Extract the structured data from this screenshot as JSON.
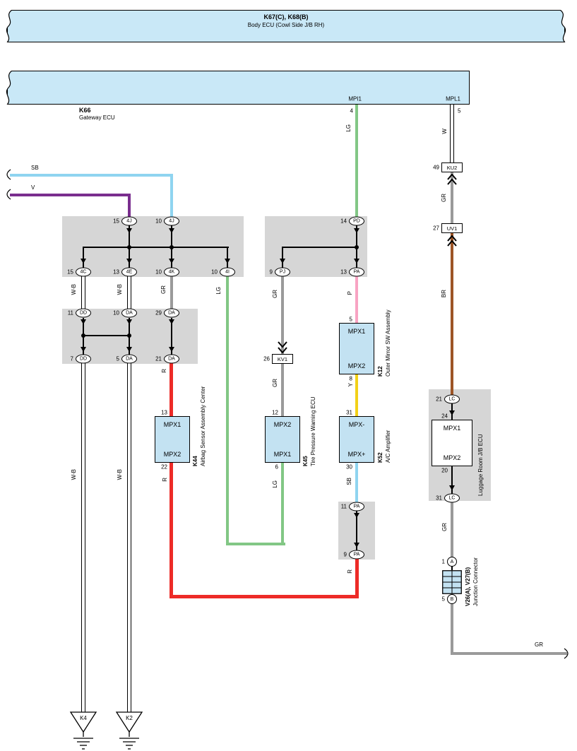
{
  "top_banner": {
    "code": "K67(C), K68(B)",
    "name": "Body ECU (Cowl Side J/B RH)"
  },
  "gateway": {
    "code": "K66",
    "name": "Gateway ECU",
    "mpi1": "MPI1",
    "mpi1_pin": "4",
    "mpl1": "MPL1",
    "mpl1_pin": "5"
  },
  "ovals": [
    {
      "num": "15",
      "label": "4J"
    },
    {
      "num": "10",
      "label": "4J"
    },
    {
      "num": "15",
      "label": "4C"
    },
    {
      "num": "13",
      "label": "4E"
    },
    {
      "num": "10",
      "label": "4K"
    },
    {
      "num": "10",
      "label": "4I"
    },
    {
      "num": "11",
      "label": "DD"
    },
    {
      "num": "10",
      "label": "DA"
    },
    {
      "num": "29",
      "label": "DA"
    },
    {
      "num": "7",
      "label": "DD"
    },
    {
      "num": "5",
      "label": "DA"
    },
    {
      "num": "21",
      "label": "DA"
    },
    {
      "num": "14",
      "label": "PD"
    },
    {
      "num": "9",
      "label": "PJ"
    },
    {
      "num": "13",
      "label": "PA"
    },
    {
      "num": "11",
      "label": "PA"
    },
    {
      "num": "9",
      "label": "PA"
    },
    {
      "num": "21",
      "label": "LC"
    },
    {
      "num": "31",
      "label": "LC"
    },
    {
      "num": "1",
      "label": "A"
    },
    {
      "num": "5",
      "label": "B"
    }
  ],
  "inline_connectors": {
    "ku2": {
      "num": "49",
      "label": "KU2"
    },
    "uv1": {
      "num": "27",
      "label": "UV1"
    },
    "kv1": {
      "num": "26",
      "label": "KV1"
    }
  },
  "components": {
    "k44": {
      "code": "K44",
      "name": "Airbag Sensor Assembly Center",
      "top": "MPX1",
      "bottom": "MPX2",
      "pin_top": "13",
      "pin_bottom": "22"
    },
    "k45": {
      "code": "K45",
      "name": "Tire Pressure Warning ECU",
      "top": "MPX2",
      "bottom": "MPX1",
      "pin_top": "12",
      "pin_bottom": "6"
    },
    "k12": {
      "code": "K12",
      "name": "Outer Mirror SW Assembly",
      "top": "MPX1",
      "bottom": "MPX2",
      "pin_top": "5",
      "pin_bottom": "8"
    },
    "k52": {
      "code": "K52",
      "name": "A/C Amplifier",
      "top": "MPX-",
      "bottom": "MPX+",
      "pin_top": "31",
      "pin_bottom": "30"
    },
    "luggage": {
      "name": "Luggage Room J/B ECU",
      "top": "MPX1",
      "bottom": "MPX2",
      "pin_top": "24",
      "pin_bottom": "20"
    },
    "junction": {
      "code": "V26(A), V27(B)",
      "name": "Junction Connector"
    }
  },
  "wire_labels": {
    "lg_top": "LG",
    "w_top": "W",
    "gr_right1": "GR",
    "br": "BR",
    "sb": "SB",
    "v": "V",
    "wb1": "W-B",
    "wb2": "W-B",
    "gr_4k": "GR",
    "lg_4i": "LG",
    "gr_pj": "GR",
    "p": "P",
    "r1": "R",
    "gr_kv1": "GR",
    "y": "Y",
    "wb3": "W-B",
    "wb4": "W-B",
    "r2": "R",
    "lg_k45": "LG",
    "sb2": "SB",
    "r3": "R",
    "gr_lc": "GR",
    "gr_out": "GR"
  },
  "grounds": {
    "k4": "K4",
    "k2": "K2"
  },
  "colors": {
    "banner": "#c9e8f7",
    "component_fill": "#c3e2f2",
    "junction_block": "#d6d6d6",
    "lg": "#82c785",
    "sb": "#8fd4f0",
    "v": "#7a2e8e",
    "gr": "#9a9a9a",
    "br": "#9d5526",
    "r": "#ed2b27",
    "p": "#f8a3c3",
    "y": "#f2d118"
  }
}
